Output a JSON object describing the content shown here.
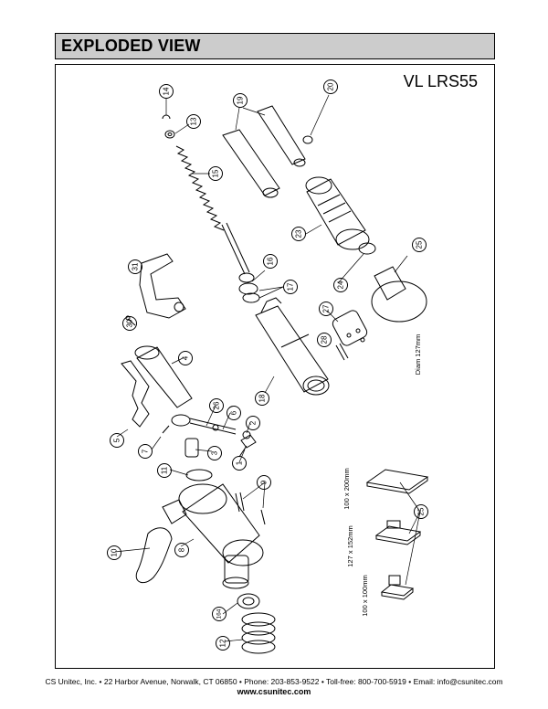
{
  "header": {
    "title": "EXPLODED VIEW"
  },
  "model": "VL LRS55",
  "parts": [
    {
      "num": "14"
    },
    {
      "num": "13"
    },
    {
      "num": "15"
    },
    {
      "num": "19"
    },
    {
      "num": "20"
    },
    {
      "num": "23"
    },
    {
      "num": "25"
    },
    {
      "num": "16"
    },
    {
      "num": "17"
    },
    {
      "num": "24"
    },
    {
      "num": "27"
    },
    {
      "num": "31"
    },
    {
      "num": "30"
    },
    {
      "num": "28"
    },
    {
      "num": "18"
    },
    {
      "num": "4"
    },
    {
      "num": "26"
    },
    {
      "num": "6"
    },
    {
      "num": "2"
    },
    {
      "num": "5"
    },
    {
      "num": "7"
    },
    {
      "num": "3"
    },
    {
      "num": "1"
    },
    {
      "num": "11"
    },
    {
      "num": "9"
    },
    {
      "num": "10"
    },
    {
      "num": "8"
    },
    {
      "num": "164"
    },
    {
      "num": "12"
    }
  ],
  "labels": {
    "diam": "Diam 127mm",
    "size_200": "100 x 200mm",
    "size_152": "127 x 152mm",
    "size_100": "100 x 100mm",
    "pad_num": "25"
  },
  "footer": {
    "line1": "CS Unitec, Inc. • 22 Harbor Avenue, Norwalk, CT 06850 • Phone: 203-853-9522 • Toll-free: 800-700-5919 • Email: info@csunitec.com",
    "line2": "www.csunitec.com"
  }
}
